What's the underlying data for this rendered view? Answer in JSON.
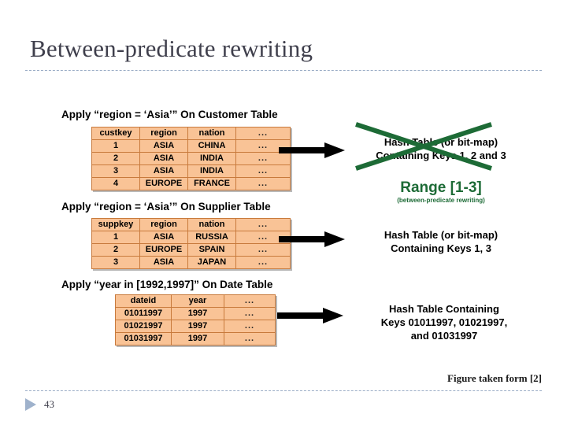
{
  "slide": {
    "title": "Between-predicate rewriting",
    "page_number": "43",
    "source_note": "Figure taken form [2]"
  },
  "figure": {
    "steps": [
      {
        "caption": "Apply “region = ‘Asia’” On Customer Table",
        "table": {
          "name": "customer-table",
          "headers": [
            "custkey",
            "region",
            "nation",
            "..."
          ],
          "rows": [
            [
              "1",
              "ASIA",
              "CHINA",
              "..."
            ],
            [
              "2",
              "ASIA",
              "INDIA",
              "..."
            ],
            [
              "3",
              "ASIA",
              "INDIA",
              "..."
            ],
            [
              "4",
              "EUROPE",
              "FRANCE",
              "..."
            ]
          ]
        },
        "result_label": "Hash Table (or bit-map)\nContaining Keys 1, 2 and 3",
        "struck_out": true,
        "replacement": {
          "text": "Range [1-3]",
          "subtext": "(between-predicate rewriting)",
          "color": "#1d6b36"
        }
      },
      {
        "caption": "Apply “region = ‘Asia’” On Supplier Table",
        "table": {
          "name": "supplier-table",
          "headers": [
            "suppkey",
            "region",
            "nation",
            "..."
          ],
          "rows": [
            [
              "1",
              "ASIA",
              "RUSSIA",
              "..."
            ],
            [
              "2",
              "EUROPE",
              "SPAIN",
              "..."
            ],
            [
              "3",
              "ASIA",
              "JAPAN",
              "..."
            ]
          ]
        },
        "result_label": "Hash Table (or bit-map)\nContaining Keys 1, 3",
        "struck_out": false
      },
      {
        "caption": "Apply “year in [1992,1997]” On Date Table",
        "table": {
          "name": "date-table",
          "headers": [
            "dateid",
            "year",
            "..."
          ],
          "rows": [
            [
              "01011997",
              "1997",
              "..."
            ],
            [
              "01021997",
              "1997",
              "..."
            ],
            [
              "01031997",
              "1997",
              "..."
            ]
          ]
        },
        "result_label": "Hash Table Containing\nKeys 01011997, 01021997,\nand 01031997",
        "struck_out": false
      }
    ],
    "colors": {
      "table_fill": "#f9c396",
      "table_border": "#c87a3c",
      "arrow": "#000000",
      "cross": "#1d6b36",
      "rule": "#9badc6",
      "title_text": "#3f3f4c"
    },
    "icons": {
      "arrow": "right-arrow-icon",
      "cross": "cross-out-icon",
      "bullet": "triangle-bullet-icon"
    }
  }
}
